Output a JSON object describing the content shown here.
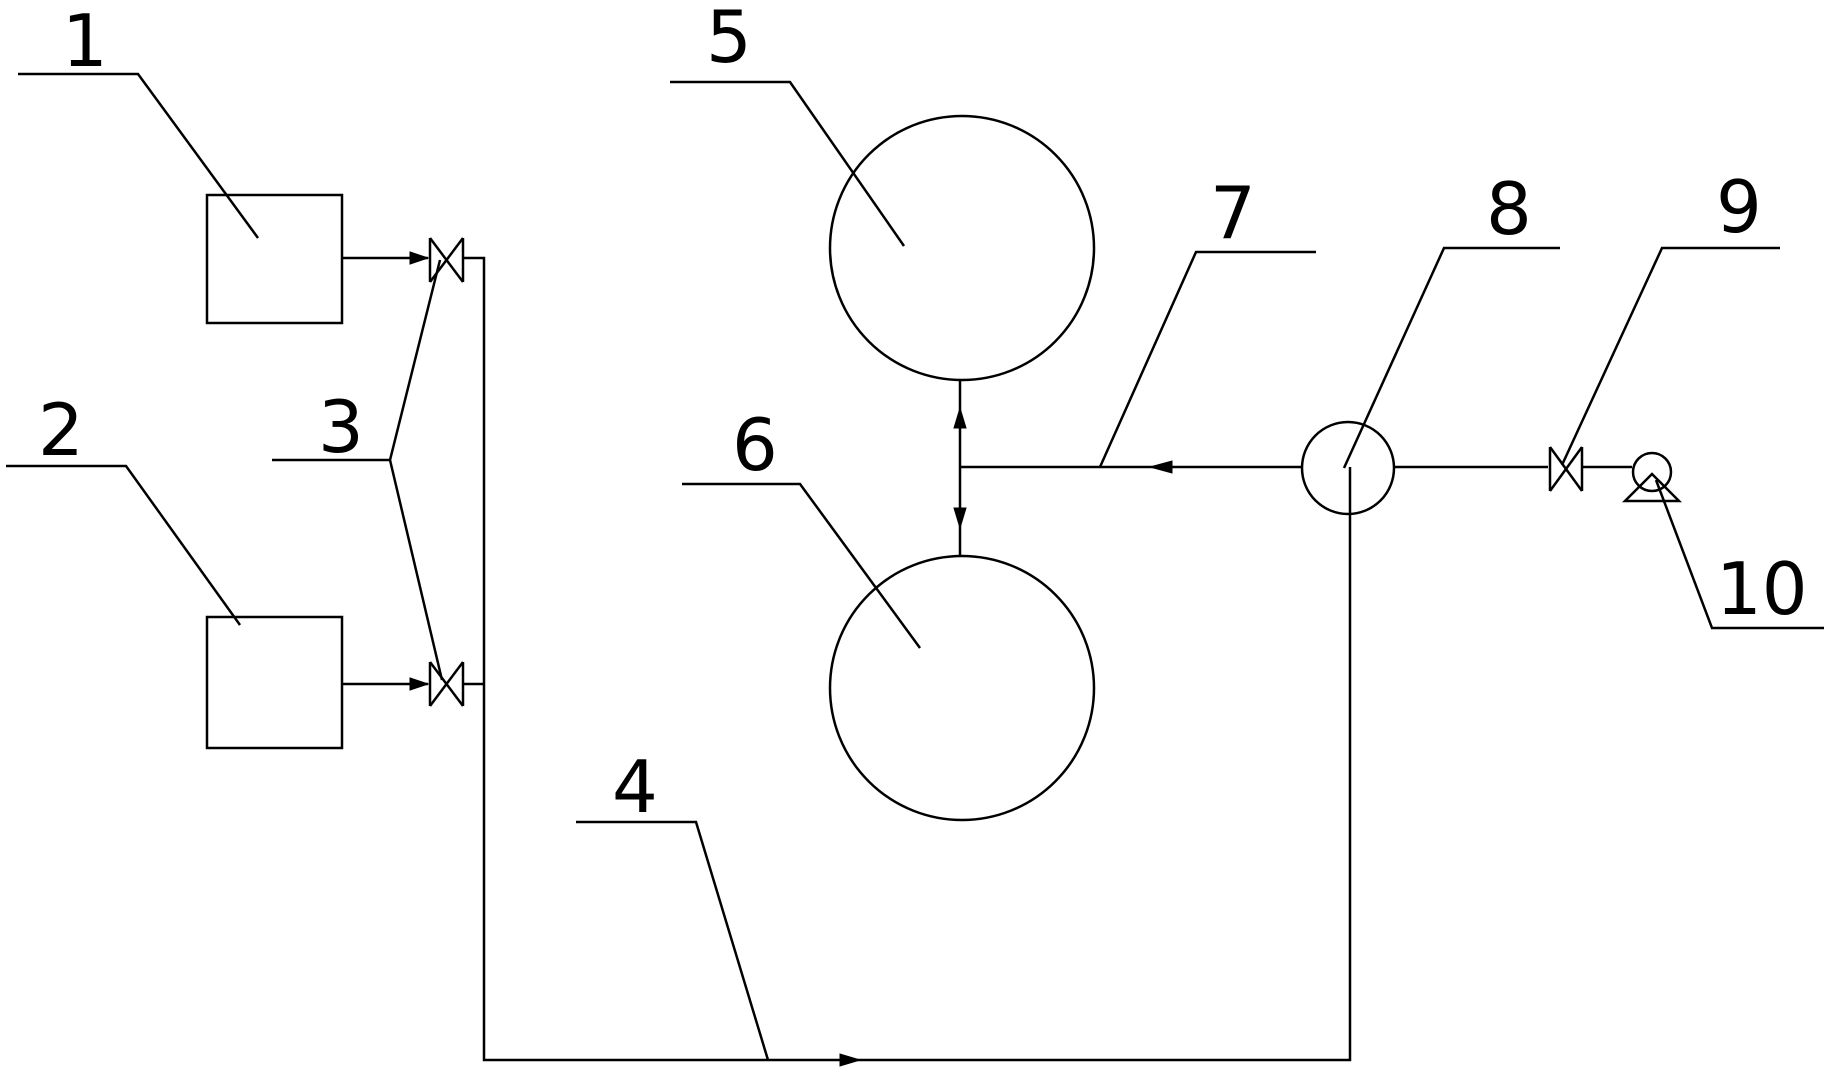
{
  "diagram": {
    "labels": {
      "l1": "1",
      "l2": "2",
      "l3": "3",
      "l4": "4",
      "l5": "5",
      "l6": "6",
      "l7": "7",
      "l8": "8",
      "l9": "9",
      "l10": "10"
    },
    "colors": {
      "stroke": "#000000",
      "background": "#ffffff"
    }
  }
}
